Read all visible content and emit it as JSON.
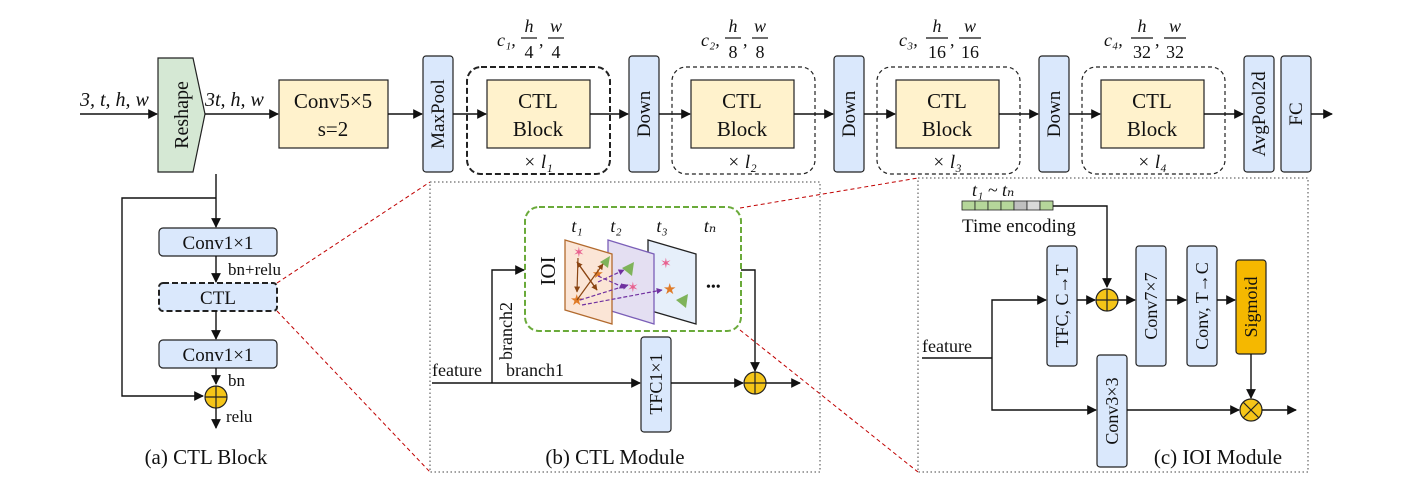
{
  "top": {
    "input_label": "3, t, h, w",
    "reshape": "Reshape",
    "reshaped_label": "3t, h, w",
    "conv": [
      "Conv5×5",
      "s=2"
    ],
    "maxpool": "MaxPool",
    "down": "Down",
    "avgpool": "AvgPool2d",
    "fc": "FC",
    "ctl_block": [
      "CTL",
      "Block"
    ],
    "stages": [
      {
        "dims": [
          "c₁,",
          "h",
          "4",
          ",",
          "w",
          "4"
        ],
        "repeat": "× l₁"
      },
      {
        "dims": [
          "c₂,",
          "h",
          "8",
          ",",
          "w",
          "8"
        ],
        "repeat": "× l₂"
      },
      {
        "dims": [
          "c₃,",
          "h",
          "16",
          ",",
          "w",
          "16"
        ],
        "repeat": "× l₃"
      },
      {
        "dims": [
          "c₄,",
          "h",
          "32",
          ",",
          "w",
          "32"
        ],
        "repeat": "× l₄"
      }
    ]
  },
  "panel_a": {
    "conv_top": "Conv1×1",
    "bnrelu": "bn+relu",
    "ctl": "CTL",
    "conv_bottom": "Conv1×1",
    "bn": "bn",
    "relu": "relu",
    "caption": "(a) CTL Block"
  },
  "panel_b": {
    "ioi": "IOI",
    "t1": "t₁",
    "t2": "t₂",
    "t3": "t₃",
    "tn": "tₙ",
    "dots": "•••",
    "branch2": "branch2",
    "branch1": "branch1",
    "feature": "feature",
    "tfc": "TFC1×1",
    "caption": "(b) CTL Module"
  },
  "panel_c": {
    "time_range": "t₁ ~ tₙ",
    "time_encoding": "Time encoding",
    "feature": "feature",
    "tfc": "TFC, C→T",
    "conv77": "Conv7×7",
    "convtc": "Conv, T→C",
    "sigmoid": "Sigmoid",
    "conv33": "Conv3×3",
    "caption": "(c) IOI Module"
  },
  "colors": {
    "blue_block": "#dae8fc",
    "yellow_block": "#fff2cc",
    "green_block": "#d5e8d4",
    "sigmoid": "#f5b800",
    "adder": "#f5c518",
    "ioi_border": "#6aaa3a",
    "red_link": "#c00000"
  }
}
